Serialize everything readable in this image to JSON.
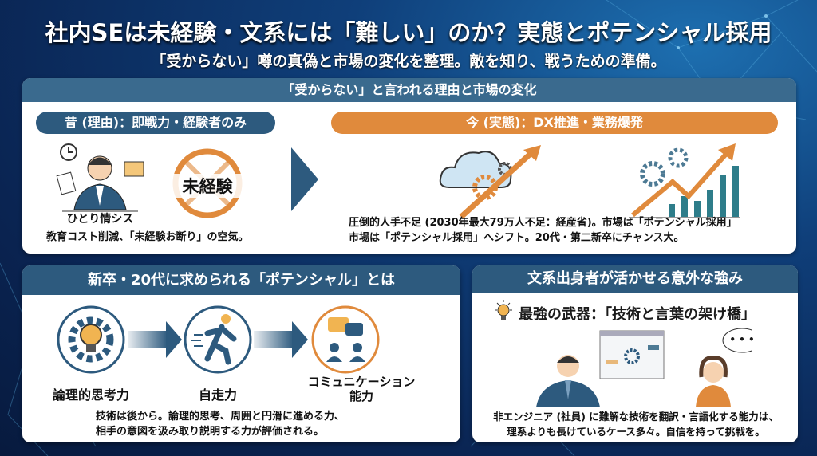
{
  "header": {
    "title": "社内SEは未経験・文系には「難しい」のか？実態とポテンシャル採用",
    "subtitle": "「受からない」噂の真偽と市場の変化を整理。敵を知り、戦うための準備。"
  },
  "market": {
    "heading": "「受からない」と言われる理由と市場の変化",
    "past": {
      "pill": "昔 (理由)：即戦力・経験者のみ",
      "person_label": "ひとり情シス",
      "badge": "未経験",
      "text": "教育コスト削減、「未経験お断り」の空気。"
    },
    "now": {
      "pill": "今 (実態)：DX推進・業務爆発",
      "text_lines": [
        "圧倒的人手不足 (2030年最大79万人不足：経産省)。市場は「ポテンシャル採用」",
        "市場は「ポテンシャル採用」へシフト。20代・第二新卒にチャンス大。"
      ]
    }
  },
  "potential": {
    "heading": "新卒・20代に求められる「ポテンシャル」とは",
    "items": [
      {
        "label": "論理的思考力"
      },
      {
        "label": "自走力"
      },
      {
        "label": "コミュニケーション\n能力"
      }
    ],
    "text_lines": [
      "技術は後から。論理的思考、周囲と円滑に進める力、",
      "相手の意図を汲み取り説明する力が評価される。"
    ]
  },
  "strength": {
    "heading": "文系出身者が活かせる意外な強み",
    "weapon": "最強の武器：「技術と言葉の架け橋」",
    "speech": "• • •",
    "text_lines": [
      "非エンジニア (社員) に難解な技術を翻訳・言語化する能力は、",
      "理系よりも長けているケース多々。自信を持って挑戦を。"
    ]
  },
  "colors": {
    "blue": "#2d5a7e",
    "orange": "#e08a3c",
    "navy": "#0a2452"
  }
}
